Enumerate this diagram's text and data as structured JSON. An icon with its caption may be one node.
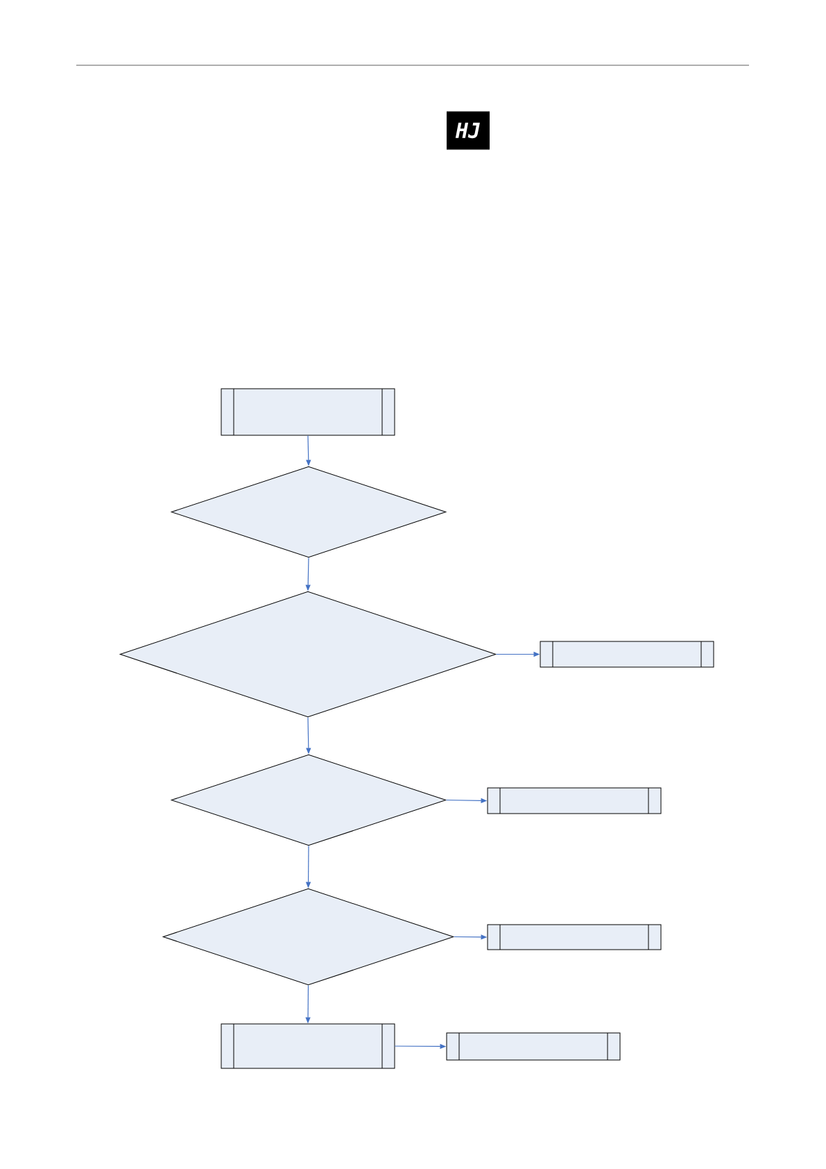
{
  "diagram": {
    "nodes": [
      {
        "text": [],
        "shape": "box"
      },
      {
        "text": [],
        "shape": "diamond"
      },
      {
        "text": [],
        "shape": "diamond"
      },
      {
        "text": [],
        "shape": "box"
      },
      {
        "text": [],
        "shape": "diamond"
      },
      {
        "text": [],
        "shape": "box"
      },
      {
        "text": [],
        "shape": "diamond"
      },
      {
        "text": [],
        "shape": "box"
      },
      {
        "text": [],
        "shape": "box"
      },
      {
        "text": [],
        "shape": "box"
      }
    ],
    "edges": [
      {
        "from": 0,
        "to": 1,
        "arrow": "to"
      },
      {
        "from": 1,
        "to": 2,
        "arrow": "to"
      },
      {
        "from": 2,
        "to": 3,
        "arrow": "to"
      },
      {
        "from": 2,
        "to": 4,
        "arrow": "to"
      },
      {
        "from": 4,
        "to": 5,
        "arrow": "to"
      },
      {
        "from": 4,
        "to": 6,
        "arrow": "to"
      },
      {
        "from": 6,
        "to": 7,
        "arrow": "to"
      },
      {
        "from": 6,
        "to": 8,
        "arrow": "to"
      },
      {
        "from": 8,
        "to": 9,
        "arrow": "to"
      }
    ],
    "labels": [
      "HJ"
    ]
  }
}
